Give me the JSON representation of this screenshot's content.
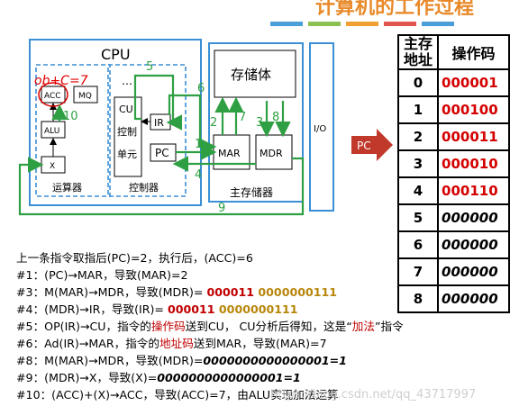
{
  "title_fragment": "计算机的工作过程",
  "diagram": {
    "cpu_label": "CPU",
    "acc_label": "ACC",
    "mq_label": "MQ",
    "alu_label": "ALU",
    "x_label": "X",
    "alu_group_label": "运算器",
    "cu_label": "CU",
    "cu_line2": "控制",
    "cu_line3": "单元",
    "dots": "…",
    "ir_label": "IR",
    "pc_label": "PC",
    "controller_label": "控制器",
    "storage_label": "存储体",
    "mar_label": "MAR",
    "mdr_label": "MDR",
    "main_memory_label": "主存储器",
    "io_label": "I/O",
    "handwritten": "ob+C=7",
    "steps": [
      "1",
      "2",
      "3",
      "4",
      "5",
      "6",
      "7",
      "8",
      "9",
      "10"
    ]
  },
  "table": {
    "col_addr": "主存地址",
    "col_addr_line1": "主存",
    "col_addr_line2": "地址",
    "col_op": "操作码",
    "rows": [
      {
        "addr": "0",
        "op": "000001"
      },
      {
        "addr": "1",
        "op": "000100"
      },
      {
        "addr": "2",
        "op": "000011"
      },
      {
        "addr": "3",
        "op": "000010"
      },
      {
        "addr": "4",
        "op": "000110"
      },
      {
        "addr": "5",
        "op": "000000"
      },
      {
        "addr": "6",
        "op": "000000"
      },
      {
        "addr": "7",
        "op": "000000"
      },
      {
        "addr": "8",
        "op": "000000"
      }
    ]
  },
  "pc_arrow_label": "PC",
  "notes": {
    "intro": "上一条指令取指后(PC)=2，执行后，(ACC)=6",
    "l1": "#1：(PC)→MAR，导致(MAR)=2",
    "l3_a": "#3：M(MAR)→MDR，导致(MDR)= ",
    "l3_op": "000011",
    "l3_addr": " 0000000111",
    "l4_a": "#4：(MDR)→IR，导致(IR)= ",
    "l4_op": "000011",
    "l4_addr": " 0000000111",
    "l5_a": "#5：OP(IR)→CU，指令的",
    "l5_hl": "操作码",
    "l5_b": "送到CU， CU分析后得知，这是“",
    "l5_hl2": "加法",
    "l5_c": "”指令",
    "l6_a": "#6：Ad(IR)→MAR，指令的",
    "l6_hl": "地址码",
    "l6_b": "送到MAR，导致(MAR)=7",
    "l8_a": "#8：M(MAR)→MDR，导致(MDR)=",
    "l8_v": "0000000000000001=1",
    "l9_a": "#9：(MDR)→X，导致(X)=",
    "l9_v": "0000000000000001=1",
    "l10": "#10：(ACC)+(X)→ACC，导致(ACC)=7，由ALU实现加法运算"
  },
  "watermark": "https://blog.csdn.net/qq_43717997",
  "colors": {
    "box_blue": "#3b8fd6",
    "arrow_green": "#2ea043",
    "table_red": "#d40000",
    "note_red": "#c00000",
    "note_gold": "#b8860b",
    "pc_arrow": "#c0392b",
    "handwriting_red": "#e00000"
  }
}
